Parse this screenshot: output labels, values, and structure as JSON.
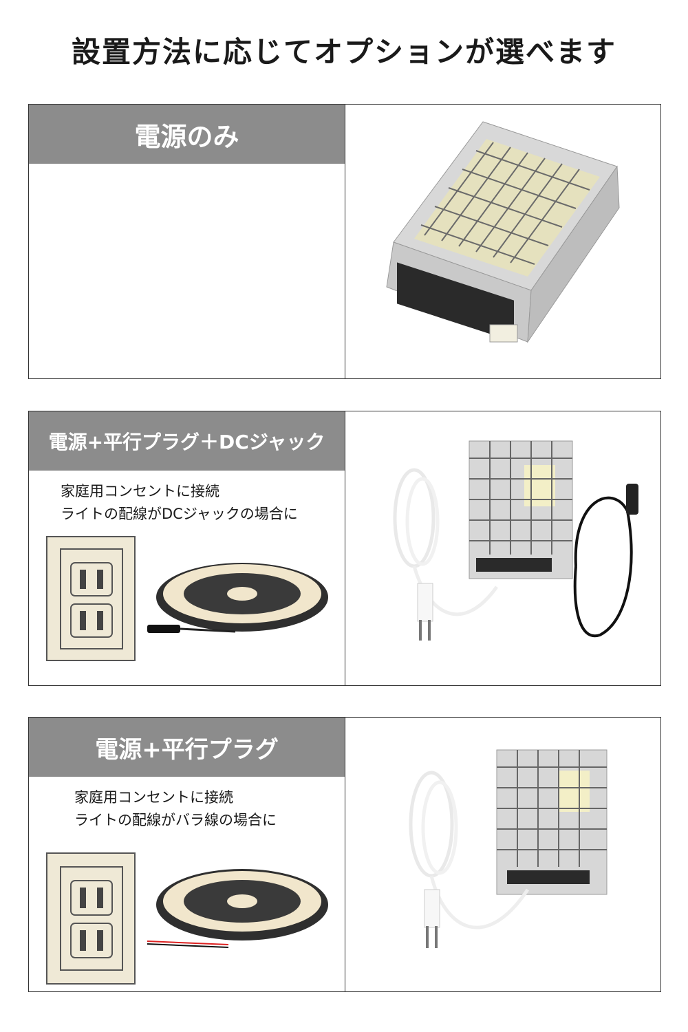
{
  "page": {
    "title": "設置方法に応じてオプションが選べます"
  },
  "options": [
    {
      "title": "電源のみ"
    },
    {
      "title": "電源+平行プラグ＋DCジャック",
      "desc": [
        "家庭用コンセントに接続",
        "ライトの配線がDCジャックの場合に"
      ]
    },
    {
      "title": "電源+平行プラグ",
      "desc": [
        "家庭用コンセントに接続",
        "ライトの配線がバラ線の場合に"
      ]
    }
  ],
  "colors": {
    "header_bg": "#8c8c8c",
    "header_text": "#ffffff",
    "border": "#333333"
  },
  "icons": [
    "power-supply-icon",
    "wall-outlet-icon",
    "led-strip-reel-icon",
    "parallel-plug-cable-icon",
    "dc-jack-cable-icon"
  ]
}
